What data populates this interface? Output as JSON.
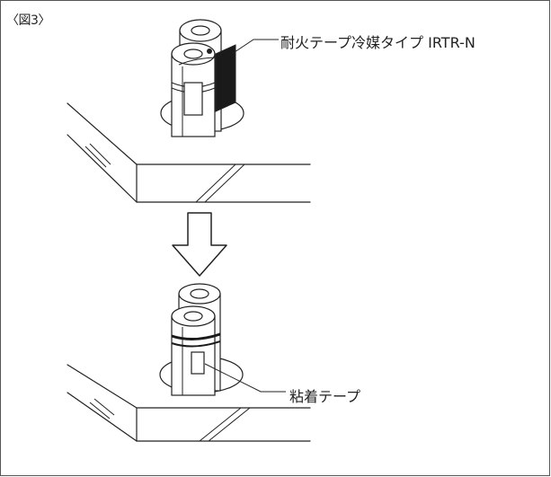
{
  "figure": {
    "label": "〈図3〉"
  },
  "callouts": {
    "top_label": "耐火テープ冷媒タイプ IRTR-N",
    "bottom_label": "粘着テープ"
  },
  "colors": {
    "line": "#222222",
    "tape_fill": "#1a1a1a",
    "background": "#ffffff",
    "border": "#555555"
  },
  "icons": {
    "arrow": "down-arrow-icon"
  }
}
